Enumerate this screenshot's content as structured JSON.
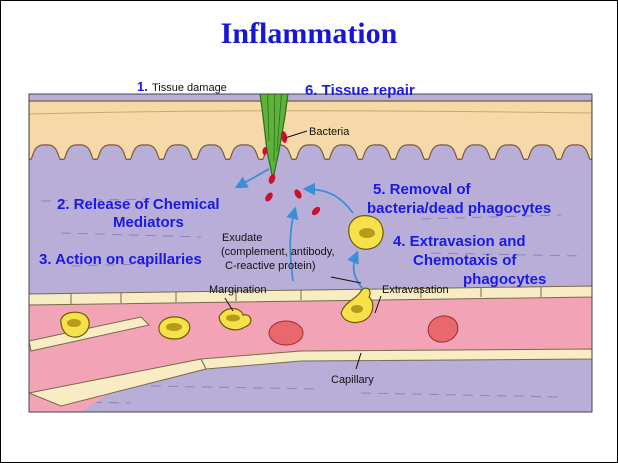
{
  "title": "Inflammation",
  "labels": {
    "step1_num": "1.",
    "step1_text": "Tissue damage",
    "step6": "6. Tissue repair",
    "bacteria": "Bacteria",
    "step2_line1": "2. Release of Chemical",
    "step2_line2": "Mediators",
    "step5_line1": "5. Removal of",
    "step5_line2": "bacteria/dead phagocytes",
    "exudate_line1": "Exudate",
    "exudate_line2": "(complement, antibody,",
    "exudate_line3": "C-reactive protein)",
    "step4_line1": "4. Extravasion and",
    "step4_line2": "Chemotaxis of",
    "step4_line3": "phagocytes",
    "step3": "3. Action on capillaries",
    "margination": "Margination",
    "extravasation": "Extravasation",
    "capillary": "Capillary"
  },
  "colors": {
    "title": "#1616d6",
    "label_blue": "#1a1ae6",
    "skin": "#f6d9a8",
    "tissue": "#b8aed8",
    "vessel": "#f2a3b5",
    "endothelium": "#f7ecc4",
    "rbc": "#e8686e",
    "phagocyte": "#f5e24a",
    "splinter": "#5db33a",
    "bacteria": "#c8102e",
    "arrow": "#3a8fd6"
  },
  "icons": [
    "splinter-icon",
    "bacteria-icon",
    "phagocyte-icon",
    "red-blood-cell-icon"
  ]
}
